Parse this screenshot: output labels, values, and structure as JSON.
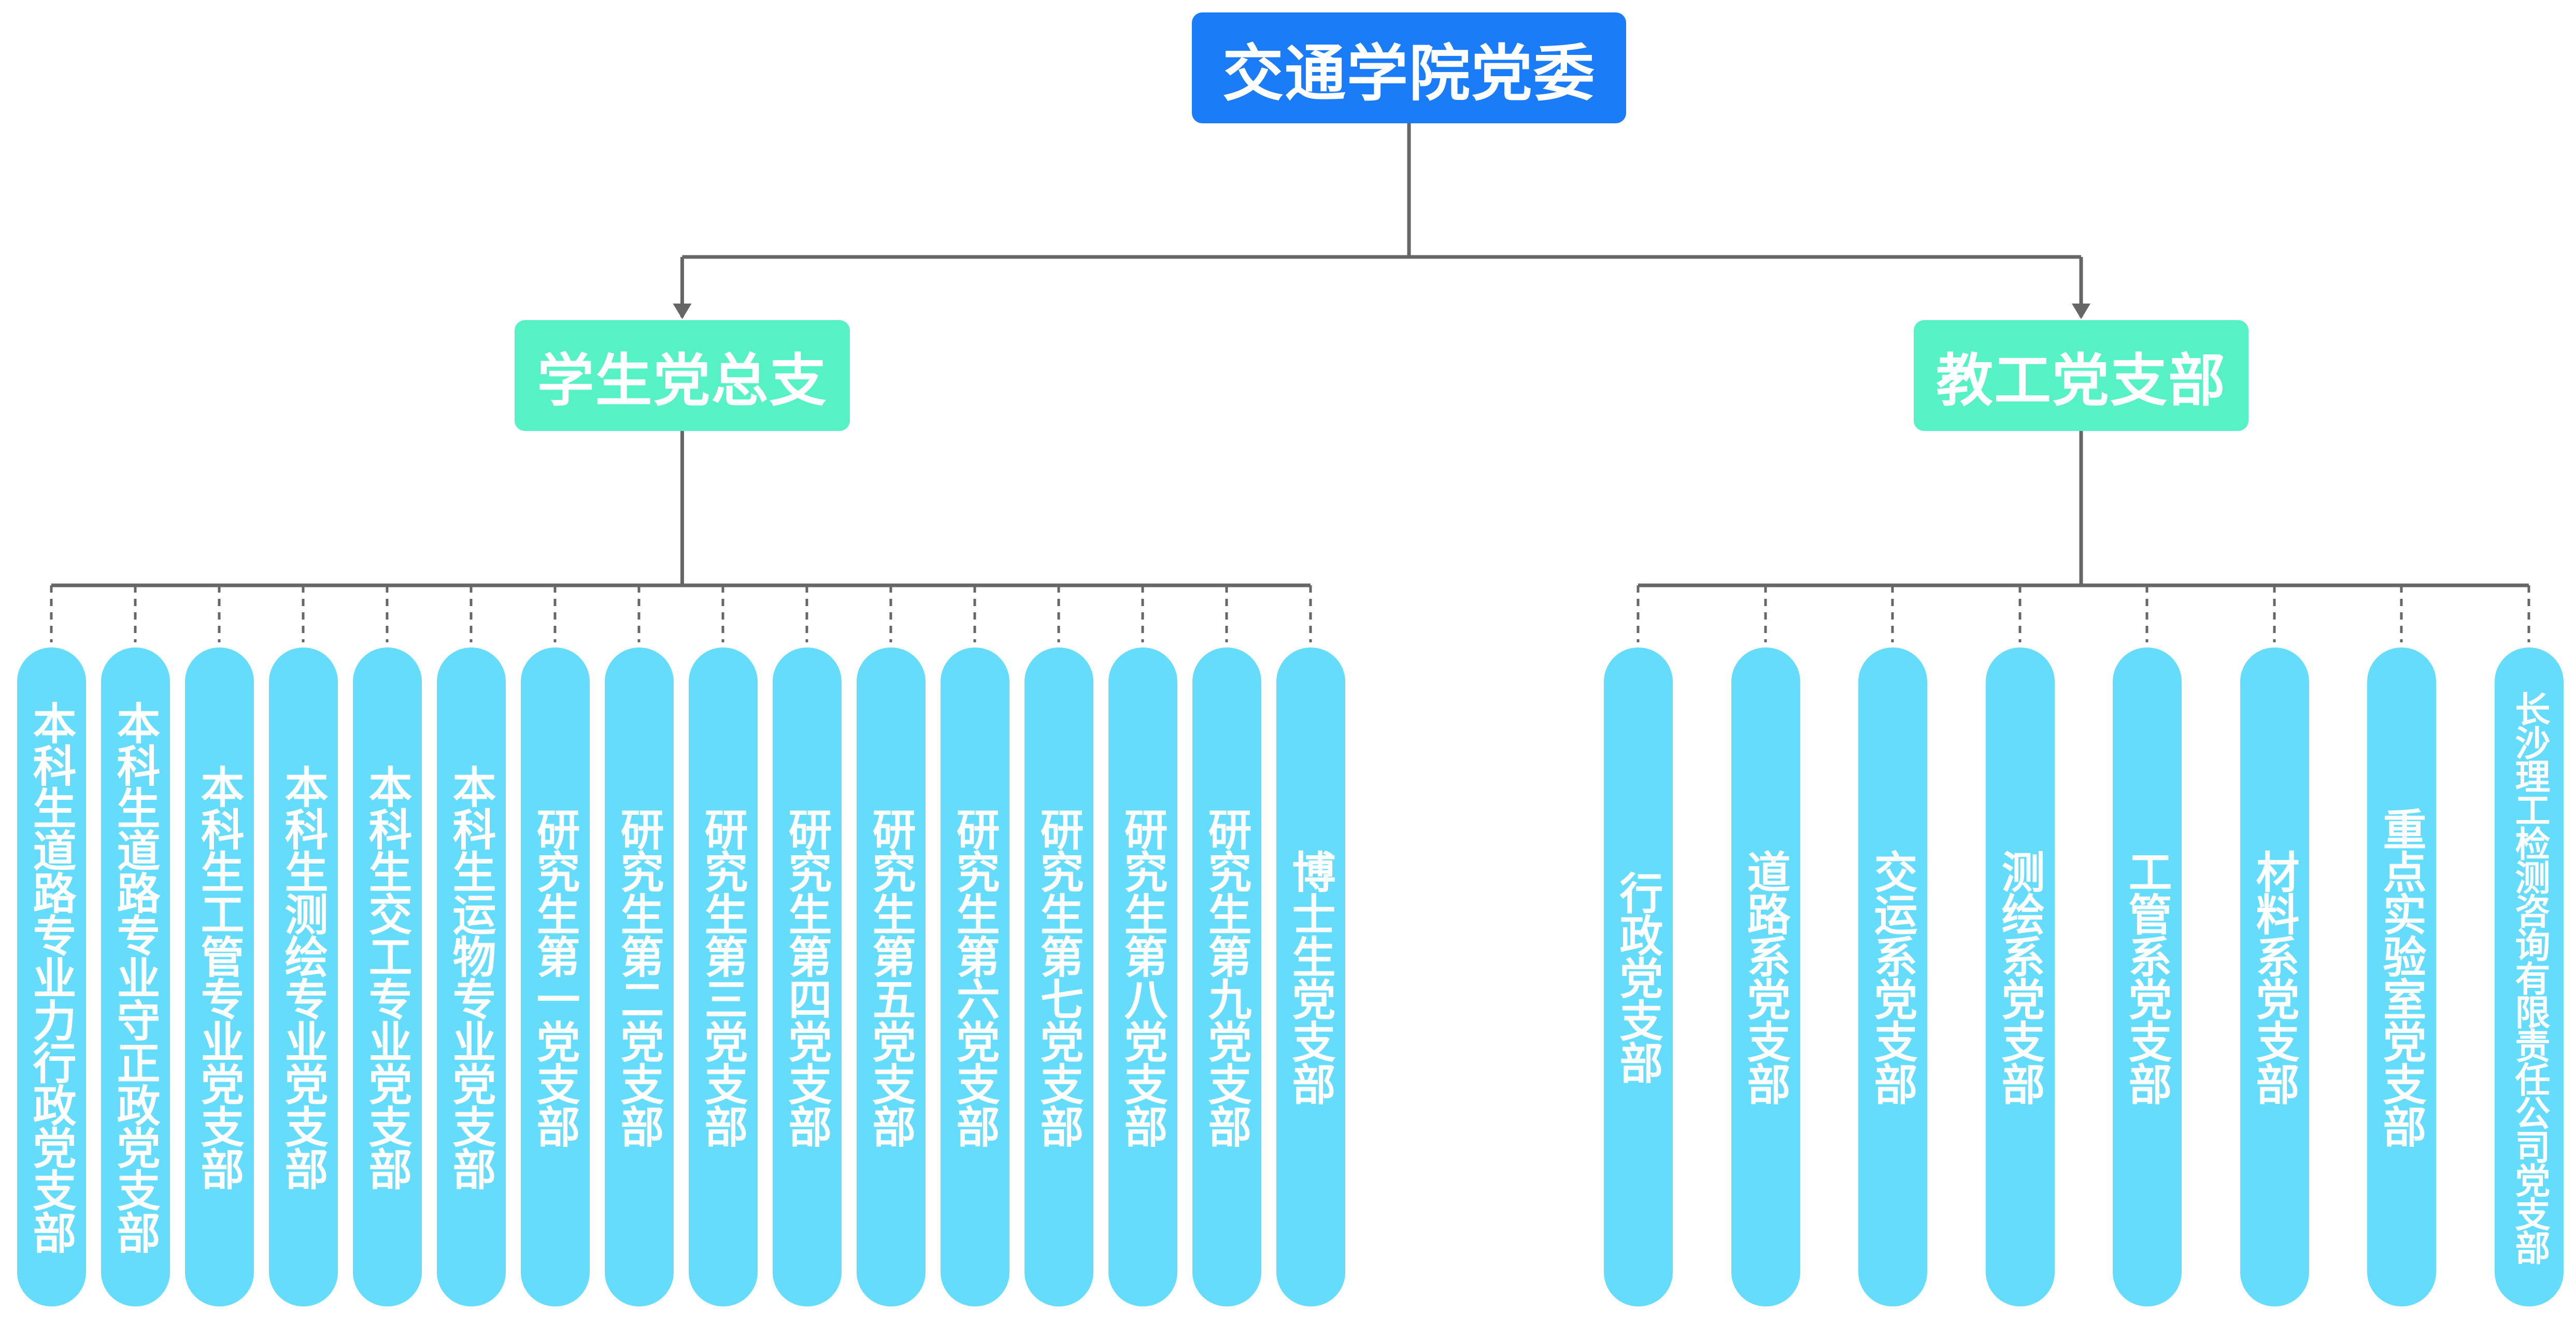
{
  "colors": {
    "root_fill": "#1a7cf8",
    "branch_fill": "#56f2c6",
    "leaf_fill": "#65dcfb",
    "connector": "#666666",
    "text": "#ffffff"
  },
  "tree": {
    "root": "交通学院党委",
    "branches": [
      {
        "label": "学生党总支",
        "children": [
          "本科生道路专业力行政党支部",
          "本科生道路专业守正政党支部",
          "本科生工管专业党支部",
          "本科生测绘专业党支部",
          "本科生交工专业党支部",
          "本科生运物专业党支部",
          "研究生第一党支部",
          "研究生第二党支部",
          "研究生第三党支部",
          "研究生第四党支部",
          "研究生第五党支部",
          "研究生第六党支部",
          "研究生第七党支部",
          "研究生第八党支部",
          "研究生第九党支部",
          "博士生党支部"
        ]
      },
      {
        "label": "教工党支部",
        "children": [
          "行政党支部",
          "道路系党支部",
          "交运系党支部",
          "测绘系党支部",
          "工管系党支部",
          "材料系党支部",
          "重点实验室党支部",
          "长沙理工检测咨询有限责任公司党支部"
        ]
      }
    ]
  }
}
